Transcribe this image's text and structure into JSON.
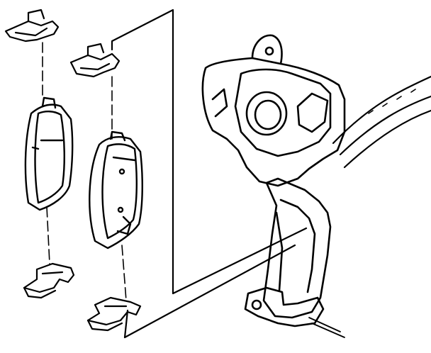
{
  "figure": {
    "subject": "disc-brake-assembly-exploded-view",
    "style": "black-and-white line drawing",
    "colors": {
      "line": "#000000",
      "background": "#ffffff",
      "fill": "#ffffff"
    },
    "parts": [
      "inner-brake-pad",
      "outer-brake-pad",
      "wear-indicator",
      "anti-rattle-clip",
      "caliper-housing",
      "caliper-piston-bore",
      "caliper-mounting-bracket",
      "brake-line"
    ],
    "callout_lines": [
      "dashed-alignment-line",
      "leader-line"
    ]
  }
}
